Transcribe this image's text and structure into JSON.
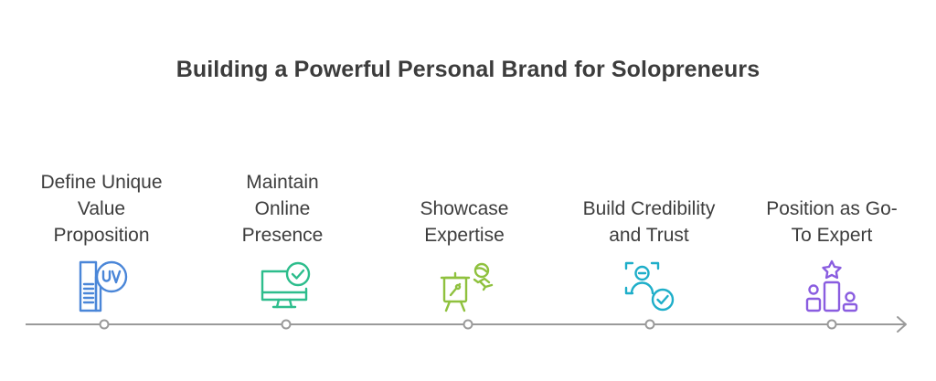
{
  "title": "Building a Powerful Personal Brand for Solopreneurs",
  "steps": [
    {
      "label": "Define Unique\nValue\nProposition",
      "icon": "uvp-document-icon",
      "color": "#4a86d8"
    },
    {
      "label": "Maintain\nOnline\nPresence",
      "icon": "monitor-check-icon",
      "color": "#2dbd8c"
    },
    {
      "label": "Showcase\nExpertise",
      "icon": "presenter-easel-icon",
      "color": "#8fc13e"
    },
    {
      "label": "Build Credibility\nand Trust",
      "icon": "verified-person-icon",
      "color": "#1eaec9"
    },
    {
      "label": "Position as Go-\nTo Expert",
      "icon": "podium-star-icon",
      "color": "#8a5de0"
    }
  ],
  "colors": {
    "axis": "#9a9a9a",
    "text": "#3d3d3d"
  }
}
